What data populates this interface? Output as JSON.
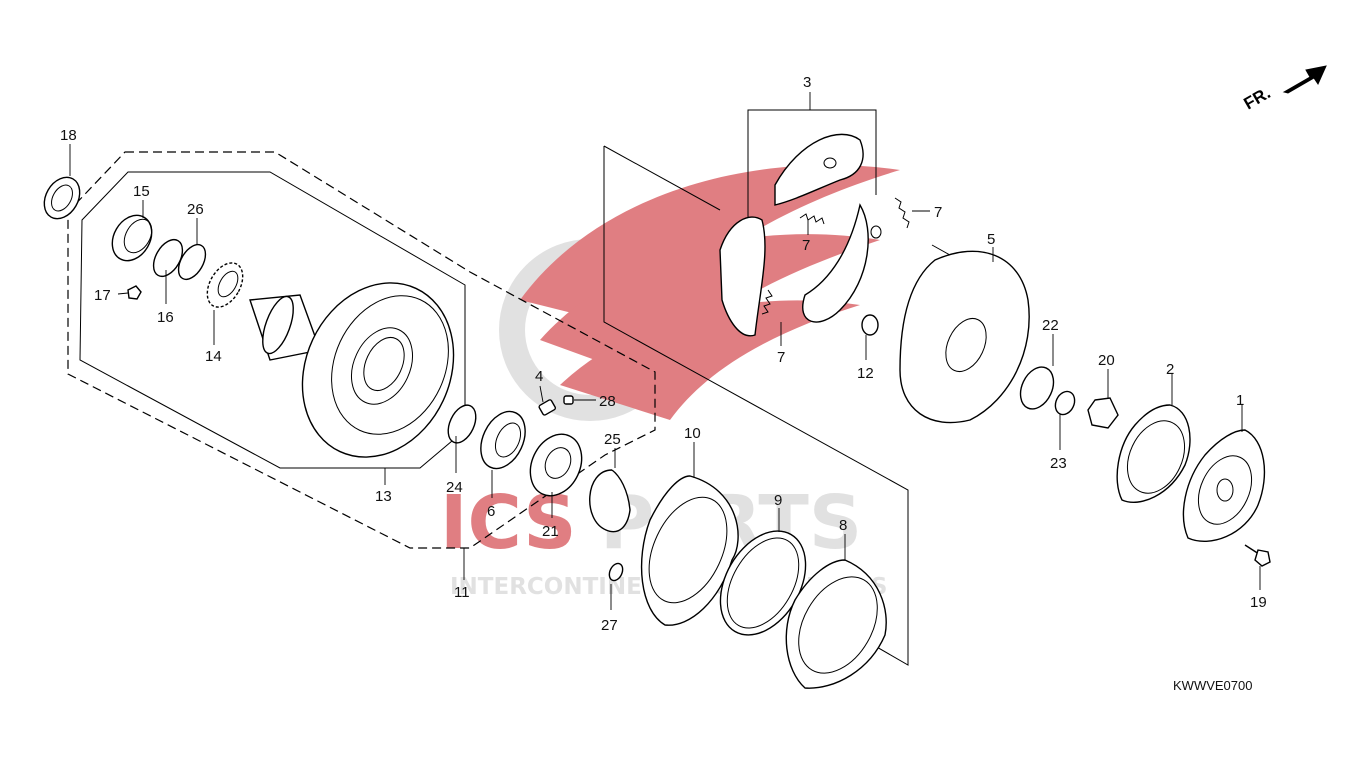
{
  "diagram": {
    "code": "KWWVE0700",
    "direction_label": "FR.",
    "watermark": {
      "brand": "ICSPARTS",
      "brand_accent": "ICS",
      "brand_rest": "PARTS",
      "tagline": "INTERCONTINENTAL SPARE PARTS",
      "accent_color": "#c8161d",
      "gray_color": "#c9c9c9"
    },
    "callouts": [
      {
        "id": "c1",
        "label": "1"
      },
      {
        "id": "c2",
        "label": "2"
      },
      {
        "id": "c3",
        "label": "3"
      },
      {
        "id": "c4",
        "label": "4"
      },
      {
        "id": "c5",
        "label": "5"
      },
      {
        "id": "c6",
        "label": "6"
      },
      {
        "id": "c7a",
        "label": "7"
      },
      {
        "id": "c7b",
        "label": "7"
      },
      {
        "id": "c7c",
        "label": "7"
      },
      {
        "id": "c8",
        "label": "8"
      },
      {
        "id": "c9",
        "label": "9"
      },
      {
        "id": "c10",
        "label": "10"
      },
      {
        "id": "c11",
        "label": "11"
      },
      {
        "id": "c12",
        "label": "12"
      },
      {
        "id": "c13",
        "label": "13"
      },
      {
        "id": "c14",
        "label": "14"
      },
      {
        "id": "c15",
        "label": "15"
      },
      {
        "id": "c16",
        "label": "16"
      },
      {
        "id": "c17",
        "label": "17"
      },
      {
        "id": "c18",
        "label": "18"
      },
      {
        "id": "c19",
        "label": "19"
      },
      {
        "id": "c20",
        "label": "20"
      },
      {
        "id": "c21",
        "label": "21"
      },
      {
        "id": "c22",
        "label": "22"
      },
      {
        "id": "c23",
        "label": "23"
      },
      {
        "id": "c24",
        "label": "24"
      },
      {
        "id": "c25",
        "label": "25"
      },
      {
        "id": "c26",
        "label": "26"
      },
      {
        "id": "c27",
        "label": "27"
      },
      {
        "id": "c28",
        "label": "28"
      }
    ]
  }
}
